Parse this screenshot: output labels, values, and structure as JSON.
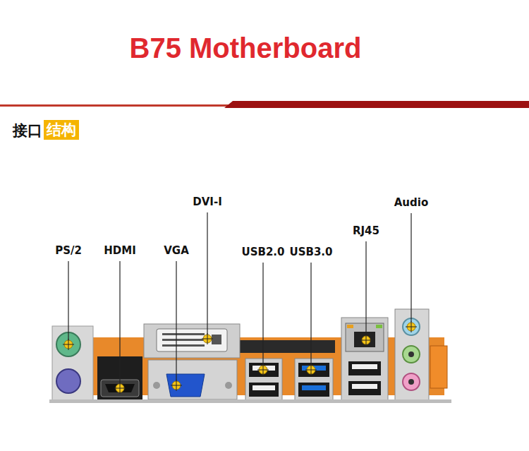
{
  "diagram": {
    "title": "B75 Motherboard",
    "nodes": [
      {
        "text": [
          "结构"
        ]
      }
    ],
    "labels": [
      "接口",
      "PS/2",
      "HDMI",
      "VGA",
      "DVI-I",
      "USB2.0",
      "USB3.0",
      "RJ45",
      "Audio"
    ]
  }
}
